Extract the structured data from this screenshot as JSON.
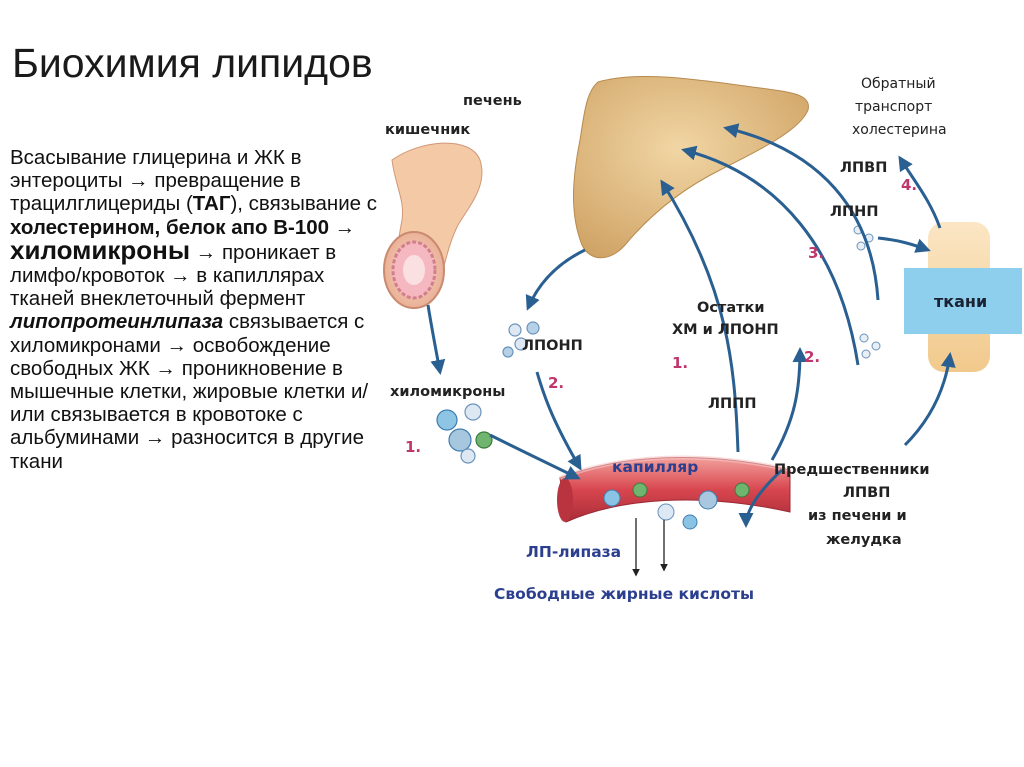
{
  "title": "Биохимия липидов",
  "text": {
    "p1": "Всасывание глицерина и ЖК в энтероциты ",
    "arrow": "→",
    "p2": " превращение в трацилглицериды (",
    "tag": "ТАГ",
    "p3": "), связывание с ",
    "cholesterol": "холестерином,",
    "apo": "белок апо В-100",
    "chylo": "хиломикроны",
    "p4": " проникает в лимфо/кровоток ",
    "p5": " в капиллярах тканей внеклеточный фермент ",
    "lpl": "липопротеинлипаза",
    "p6": " связывается с хиломикронами ",
    "p7": " освобождение свободных ЖК ",
    "p8": " проникновение в мышечные клетки, жировые клетки и/или связывается в кровотоке с альбуминами ",
    "p9": " разносится в другие ткани"
  },
  "diagram": {
    "liver": "печень",
    "intestine": "кишечник",
    "reverse1": "Обратный",
    "reverse2": "транспорт",
    "reverse3": "холестерина",
    "hdl": "ЛПВП",
    "ldl": "ЛПНП",
    "vldl": "ЛПОНП",
    "chylomicrons": "хиломикроны",
    "remnants1": "Остатки",
    "remnants2": "ХМ и ЛПОНП",
    "idl": "ЛППП",
    "tissues": "ткани",
    "capillary": "капилляр",
    "lp_lipase": "ЛП-липаза",
    "ffa": "Свободные жирные кислоты",
    "precursors1": "Предшественники",
    "precursors2": "ЛПВП",
    "precursors3": "из печени и",
    "precursors4": "желудка",
    "n1a": "1.",
    "n2a": "2.",
    "n1b": "1.",
    "n2b": "2.",
    "n3": "3.",
    "n4": "4."
  },
  "colors": {
    "arrow": "#2a5f91",
    "liver": "#e2bc82",
    "capillary": "#d9535a",
    "tissue_box": "#8ecfee",
    "number": "#c0366b",
    "label_blue": "#2c3f8f"
  }
}
